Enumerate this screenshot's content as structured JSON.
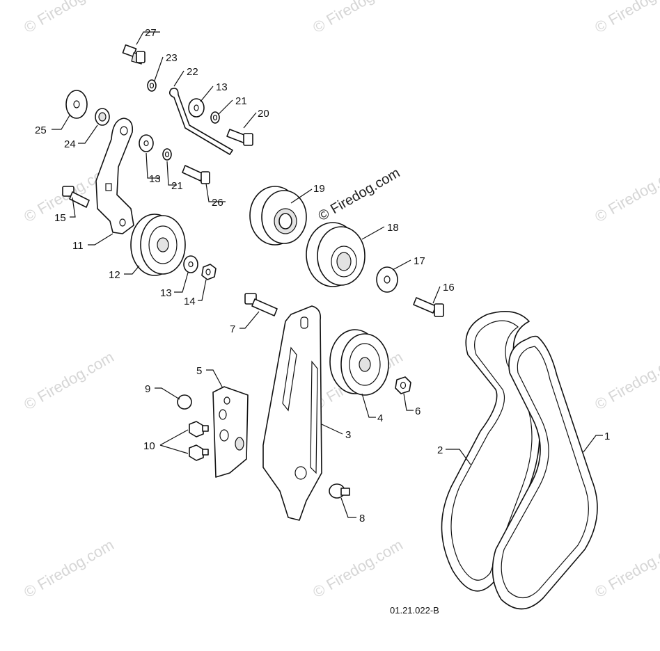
{
  "watermark": {
    "main_text": "© Firedog.com",
    "tile_text": "© Firedog.com",
    "tile_color": "#d6d6d6"
  },
  "drawing_code": "01.21.022-B",
  "callouts": {
    "c1": "1",
    "c2": "2",
    "c3": "3",
    "c4": "4",
    "c5": "5",
    "c6": "6",
    "c7": "7",
    "c8": "8",
    "c9": "9",
    "c10": "10",
    "c11": "11",
    "c12": "12",
    "c13a": "13",
    "c13b": "13",
    "c13c": "13",
    "c14": "14",
    "c15": "15",
    "c16": "16",
    "c17": "17",
    "c18": "18",
    "c19": "19",
    "c20": "20",
    "c21a": "21",
    "c21b": "21",
    "c22": "22",
    "c23": "23",
    "c24": "24",
    "c25": "25",
    "c26": "26",
    "c27": "27"
  }
}
